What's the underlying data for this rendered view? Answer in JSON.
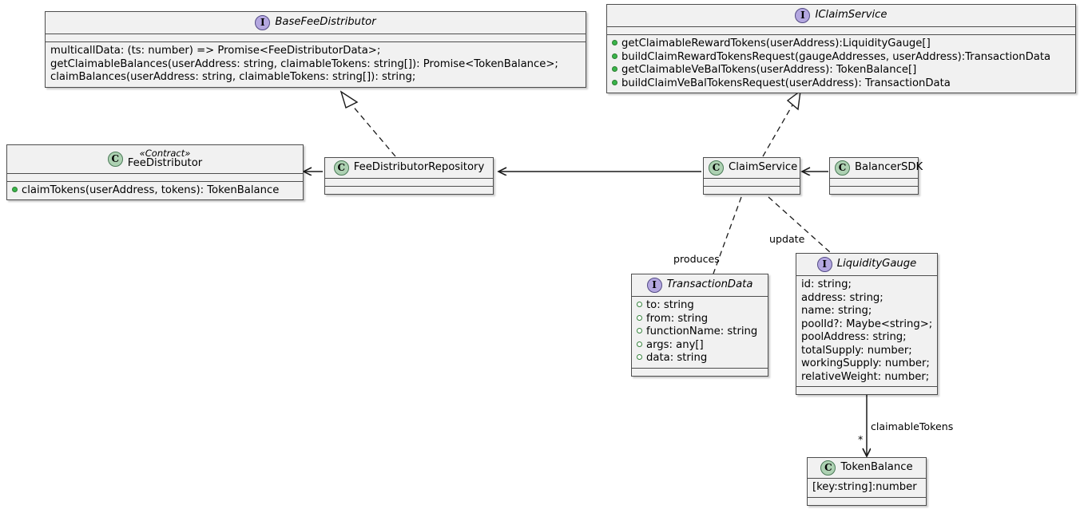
{
  "diagram": {
    "title": "Balancer SDK Claim Service UML Class Diagram",
    "type": "uml-class-diagram",
    "colors": {
      "interface_icon": "#b4a7e0",
      "class_icon": "#add1b2",
      "box_fill": "#f1f1f1",
      "box_border": "#4d4d4d",
      "visibility_public": "#38b54a",
      "background": "#ffffff"
    }
  },
  "nodes": {
    "base_fee_distributor": {
      "kind": "interface",
      "icon": "I",
      "name": "BaseFeeDistributor",
      "stereotype": "",
      "members": [
        {
          "visibility": "none",
          "text": "multicallData: (ts: number) => Promise<FeeDistributorData>;"
        },
        {
          "visibility": "none",
          "text": "getClaimableBalances(userAddress: string, claimableTokens: string[]): Promise<TokenBalance>;"
        },
        {
          "visibility": "none",
          "text": "claimBalances(userAddress: string, claimableTokens: string[]): string;"
        }
      ]
    },
    "iclaim_service": {
      "kind": "interface",
      "icon": "I",
      "name": "IClaimService",
      "stereotype": "",
      "members": [
        {
          "visibility": "public-filled",
          "text": "getClaimableRewardTokens(userAddress):LiquidityGauge[]"
        },
        {
          "visibility": "public-filled",
          "text": "buildClaimRewardTokensRequest(gaugeAddresses, userAddress):TransactionData"
        },
        {
          "visibility": "public-filled",
          "text": "getClaimableVeBalTokens(userAddress): TokenBalance[]"
        },
        {
          "visibility": "public-filled",
          "text": "buildClaimVeBalTokensRequest(userAddress): TransactionData"
        }
      ]
    },
    "fee_distributor": {
      "kind": "class",
      "icon": "C",
      "name": "FeeDistributor",
      "stereotype": "«Contract»",
      "members": [
        {
          "visibility": "public-filled",
          "text": "claimTokens(userAddress, tokens): TokenBalance"
        }
      ]
    },
    "fee_distributor_repository": {
      "kind": "class",
      "icon": "C",
      "name": "FeeDistributorRepository",
      "stereotype": "",
      "members": []
    },
    "claim_service": {
      "kind": "class",
      "icon": "C",
      "name": "ClaimService",
      "stereotype": "",
      "members": []
    },
    "balancer_sdk": {
      "kind": "class",
      "icon": "C",
      "name": "BalancerSDK",
      "stereotype": "",
      "members": []
    },
    "transaction_data": {
      "kind": "interface",
      "icon": "I",
      "name": "TransactionData",
      "stereotype": "",
      "members": [
        {
          "visibility": "public-hollow",
          "text": "to: string"
        },
        {
          "visibility": "public-hollow",
          "text": "from: string"
        },
        {
          "visibility": "public-hollow",
          "text": "functionName: string"
        },
        {
          "visibility": "public-hollow",
          "text": "args: any[]"
        },
        {
          "visibility": "public-hollow",
          "text": "data: string"
        }
      ]
    },
    "liquidity_gauge": {
      "kind": "interface",
      "icon": "I",
      "name": "LiquidityGauge",
      "stereotype": "",
      "members": [
        {
          "visibility": "none",
          "text": "id: string;"
        },
        {
          "visibility": "none",
          "text": "address: string;"
        },
        {
          "visibility": "none",
          "text": "name: string;"
        },
        {
          "visibility": "none",
          "text": "poolId?: Maybe<string>;"
        },
        {
          "visibility": "none",
          "text": "poolAddress: string;"
        },
        {
          "visibility": "none",
          "text": "totalSupply: number;"
        },
        {
          "visibility": "none",
          "text": "workingSupply: number;"
        },
        {
          "visibility": "none",
          "text": "relativeWeight: number;"
        }
      ]
    },
    "token_balance": {
      "kind": "class",
      "icon": "C",
      "name": "TokenBalance",
      "stereotype": "",
      "members": [
        {
          "visibility": "none",
          "text": "[key:string]:number"
        }
      ]
    }
  },
  "edges": [
    {
      "id": "repo-realizes-basefeedistributor",
      "from": "fee_distributor_repository",
      "to": "base_fee_distributor",
      "style": "dashed",
      "arrow": "hollow-triangle",
      "label": ""
    },
    {
      "id": "claimservice-realizes-iclaimservice",
      "from": "claim_service",
      "to": "iclaim_service",
      "style": "dashed",
      "arrow": "hollow-triangle",
      "label": ""
    },
    {
      "id": "repo-uses-feedistributor",
      "from": "fee_distributor_repository",
      "to": "fee_distributor",
      "style": "solid",
      "arrow": "open",
      "label": ""
    },
    {
      "id": "claimservice-uses-repo",
      "from": "claim_service",
      "to": "fee_distributor_repository",
      "style": "solid",
      "arrow": "open",
      "label": ""
    },
    {
      "id": "balancersdk-uses-claimservice",
      "from": "balancer_sdk",
      "to": "claim_service",
      "style": "solid",
      "arrow": "open",
      "label": ""
    },
    {
      "id": "claimservice-produces-transactiondata",
      "from": "claim_service",
      "to": "transaction_data",
      "style": "dashed",
      "arrow": "none",
      "label": "produces"
    },
    {
      "id": "claimservice-update-liquiditygauge",
      "from": "claim_service",
      "to": "liquidity_gauge",
      "style": "dashed",
      "arrow": "none",
      "label": "update"
    },
    {
      "id": "liquiditygauge-claimabletokens-tokenbalance",
      "from": "liquidity_gauge",
      "to": "token_balance",
      "style": "solid",
      "arrow": "open",
      "label": "claimableTokens",
      "multiplicity": "*"
    }
  ]
}
